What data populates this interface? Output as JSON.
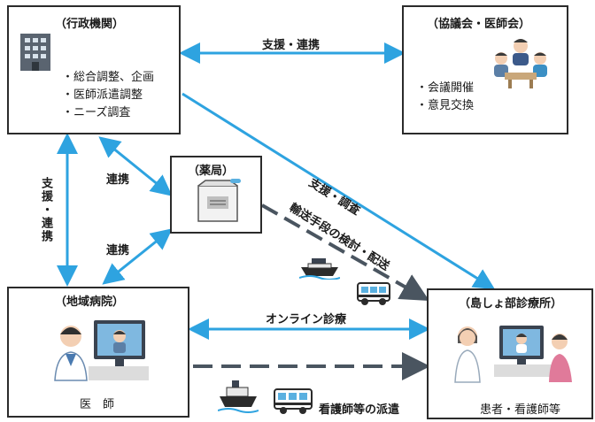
{
  "gov": {
    "title": "（行政機関）",
    "items": [
      "・総合調整、企画",
      "・医師派遣調整",
      "・ニーズ調査"
    ]
  },
  "council": {
    "title": "（協議会・医師会）",
    "items": [
      "・会議開催",
      "・意見交換"
    ]
  },
  "pharmacy": {
    "title": "（薬局）"
  },
  "hospital": {
    "title": "（地域病院）",
    "caption": "医　師"
  },
  "clinic": {
    "title": "（島しょ部診療所）",
    "caption": "患者・看護師等"
  },
  "labels": {
    "gov_council": "支援・連携",
    "gov_hospital": "支援・連携",
    "gov_pharmacy": "連携",
    "hospital_pharmacy": "連携",
    "gov_clinic": "支援・調査",
    "pharmacy_clinic": "輸送手段の検討・配送",
    "online": "オンライン診療",
    "dispatch": "看護師等の派遣"
  },
  "colors": {
    "arrow_blue": "#2ea3e0",
    "dashed": "#4a5560",
    "border": "#2b2b2b"
  }
}
